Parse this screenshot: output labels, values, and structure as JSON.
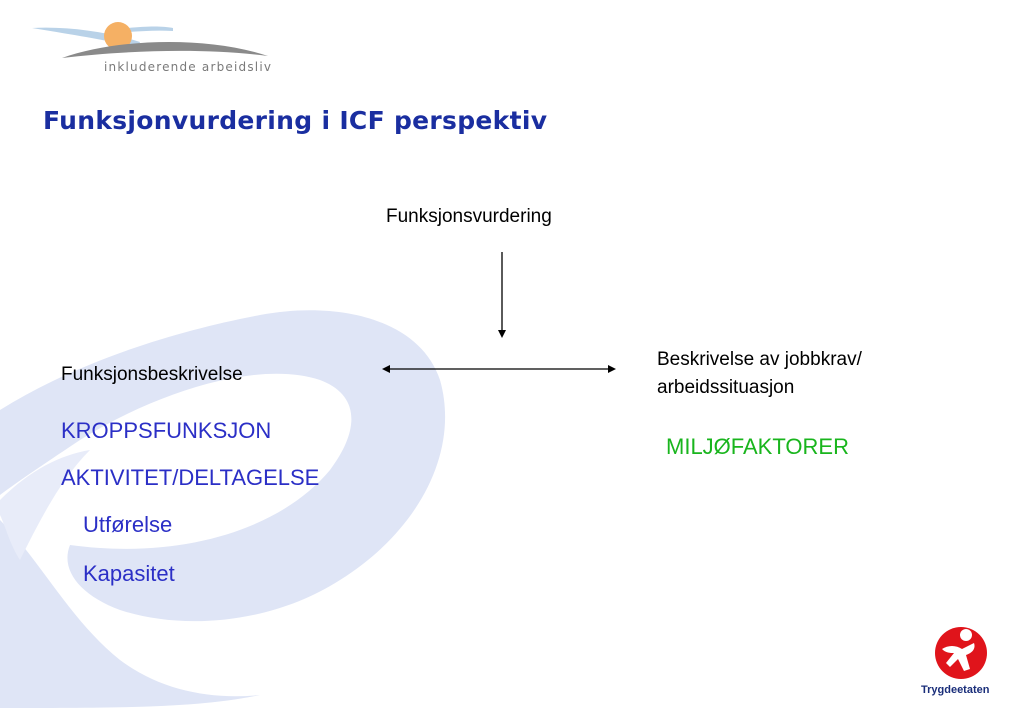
{
  "colors": {
    "title": "#1a2ea0",
    "accent_blue": "#2b2fc6",
    "accent_green": "#19b51d",
    "swirl": "#dfe5f6",
    "sun": "#f5b064",
    "brand_red": "#e0141b"
  },
  "header": {
    "logo_text": "inkluderende arbeidsliv"
  },
  "slide": {
    "title": "Funksjonvurdering i ICF perspektiv",
    "top_label": "Funksjonsvurdering",
    "left_label": "Funksjonsbeskrivelse",
    "right_label_line1": "Beskrivelse av jobbkrav/",
    "right_label_line2": "arbeidssituasjon",
    "left_items": {
      "item1": "KROPPSFUNKSJON",
      "item2": "AKTIVITET/DELTAGELSE",
      "item3": "Utførelse",
      "item4": "Kapasitet"
    },
    "right_item": "MILJØFAKTORER"
  },
  "footer": {
    "brand_text": "Trygdeetaten"
  }
}
